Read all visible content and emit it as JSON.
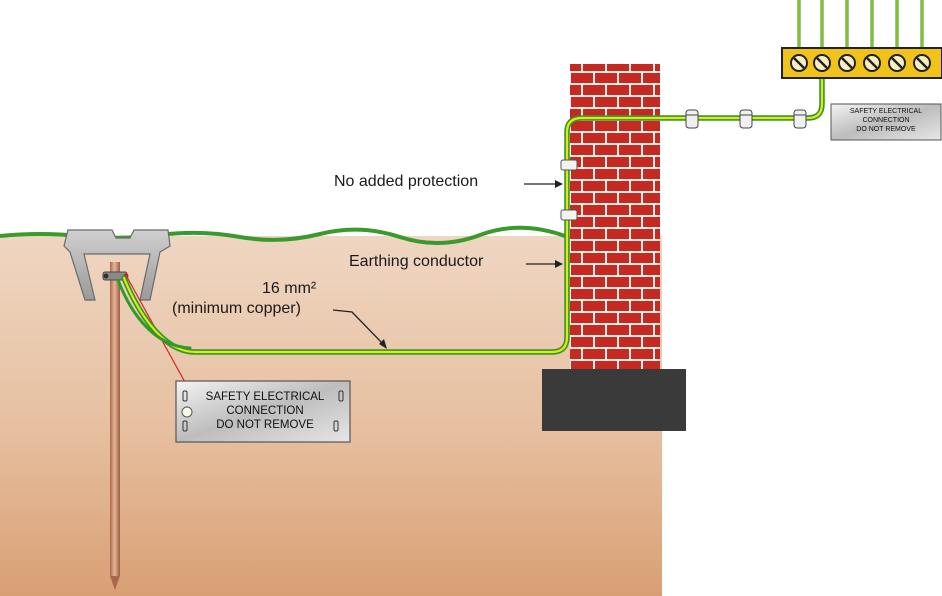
{
  "labels": {
    "no_added_protection": "No added protection",
    "earthing_conductor": "Earthing conductor",
    "conductor_size": "16 mm²",
    "conductor_material": "(minimum copper)"
  },
  "safety_plate": {
    "line1": "SAFETY ELECTRICAL",
    "line2": "CONNECTION",
    "line3": "DO NOT REMOVE"
  },
  "colors": {
    "soil": "#e9c4a5",
    "brick": "#c42a22",
    "mortar": "#f4ece6",
    "footing": "#3a3a3a",
    "grass": "#3a9a2e",
    "cable_green": "#2e9a2a",
    "cable_yellow": "#e9e31a",
    "rod_copper": "#c68a6a",
    "terminal_bar": "#f1c21a"
  },
  "icons": {
    "terminal_screw": "screw-icon",
    "cable_clip": "clip-icon",
    "saddle_clip": "saddle-clip-icon"
  }
}
